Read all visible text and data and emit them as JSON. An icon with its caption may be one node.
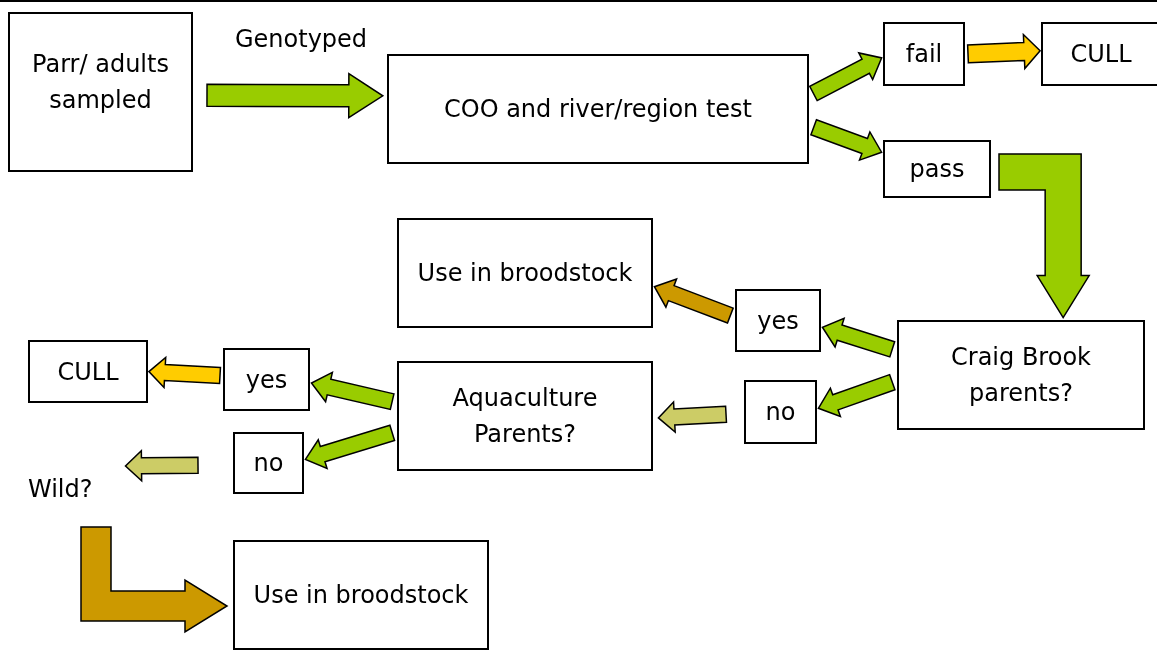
{
  "diagram": {
    "nodes": [
      {
        "text": [
          "Parr/ adults sampled"
        ]
      },
      {
        "text": [
          "COO and river/region test"
        ]
      },
      {
        "text": [
          "fail"
        ]
      },
      {
        "text": [
          "CULL"
        ]
      },
      {
        "text": [
          "pass"
        ]
      },
      {
        "text": [
          "Use in broodstock"
        ]
      },
      {
        "text": [
          "yes"
        ]
      },
      {
        "text": [
          "Craig Brook parents?"
        ]
      },
      {
        "text": [
          "no"
        ]
      },
      {
        "text": [
          "Aquaculture Parents?"
        ]
      },
      {
        "text": [
          "CULL"
        ]
      },
      {
        "text": [
          "yes"
        ]
      },
      {
        "text": [
          "no"
        ]
      },
      {
        "text": [
          "Wild?"
        ]
      },
      {
        "text": [
          "Use in broodstock"
        ]
      }
    ],
    "edges": [
      {
        "from": 0,
        "to": 1,
        "arrow": "to",
        "label": "Genotyped"
      },
      {
        "from": 1,
        "to": 2,
        "arrow": "to"
      },
      {
        "from": 1,
        "to": 4,
        "arrow": "to"
      },
      {
        "from": 2,
        "to": 3,
        "arrow": "to",
        "color": "#ffcc00"
      },
      {
        "from": 4,
        "to": 7,
        "arrow": "to"
      },
      {
        "from": 7,
        "to": 6,
        "arrow": "to"
      },
      {
        "from": 7,
        "to": 8,
        "arrow": "to"
      },
      {
        "from": 6,
        "to": 5,
        "arrow": "to",
        "color": "#cc9900"
      },
      {
        "from": 8,
        "to": 9,
        "arrow": "to",
        "color": "#cccc66"
      },
      {
        "from": 9,
        "to": 11,
        "arrow": "to"
      },
      {
        "from": 9,
        "to": 12,
        "arrow": "to"
      },
      {
        "from": 11,
        "to": 10,
        "arrow": "to",
        "color": "#ffcc00"
      },
      {
        "from": 12,
        "to": 13,
        "arrow": "to",
        "color": "#cccc66"
      },
      {
        "from": 13,
        "to": 14,
        "arrow": "to",
        "color": "#cc9900"
      }
    ]
  }
}
